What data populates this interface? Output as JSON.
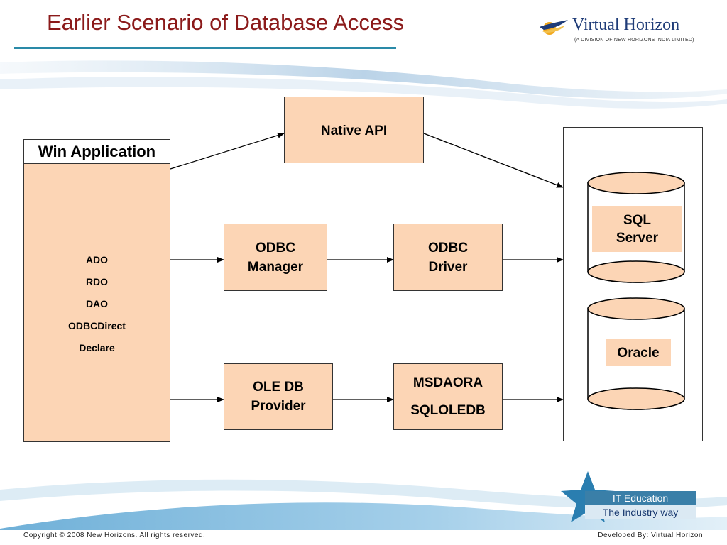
{
  "slide": {
    "title": "Earlier Scenario of Database Access"
  },
  "logo": {
    "name": "Virtual Horizon",
    "subtitle": "(A DIVISION OF NEW HORIZONS INDIA LIMITED)",
    "icon": "sun-bird-icon"
  },
  "win_app": {
    "title": "Win Application",
    "items": [
      "ADO",
      "RDO",
      "DAO",
      "ODBCDirect",
      "Declare"
    ]
  },
  "boxes": {
    "native_api": "Native API",
    "odbc_manager": [
      "ODBC",
      "Manager"
    ],
    "odbc_driver": [
      "ODBC",
      "Driver"
    ],
    "oledb_provider": [
      "OLE DB",
      "Provider"
    ],
    "msdaora": [
      "MSDAORA",
      "SQLOLEDB"
    ]
  },
  "databases": {
    "sql_server": [
      "SQL",
      "Server"
    ],
    "oracle": "Oracle"
  },
  "badge": {
    "line1": "IT Education",
    "line2": "The Industry way"
  },
  "footer": {
    "copyright": "Copyright © 2008 New Horizons. All rights reserved.",
    "developed_by": "Developed By: Virtual Horizon"
  },
  "colors": {
    "box_fill": "#fcd5b5",
    "title": "#8b1a1a",
    "accent": "#2a8aa8"
  }
}
